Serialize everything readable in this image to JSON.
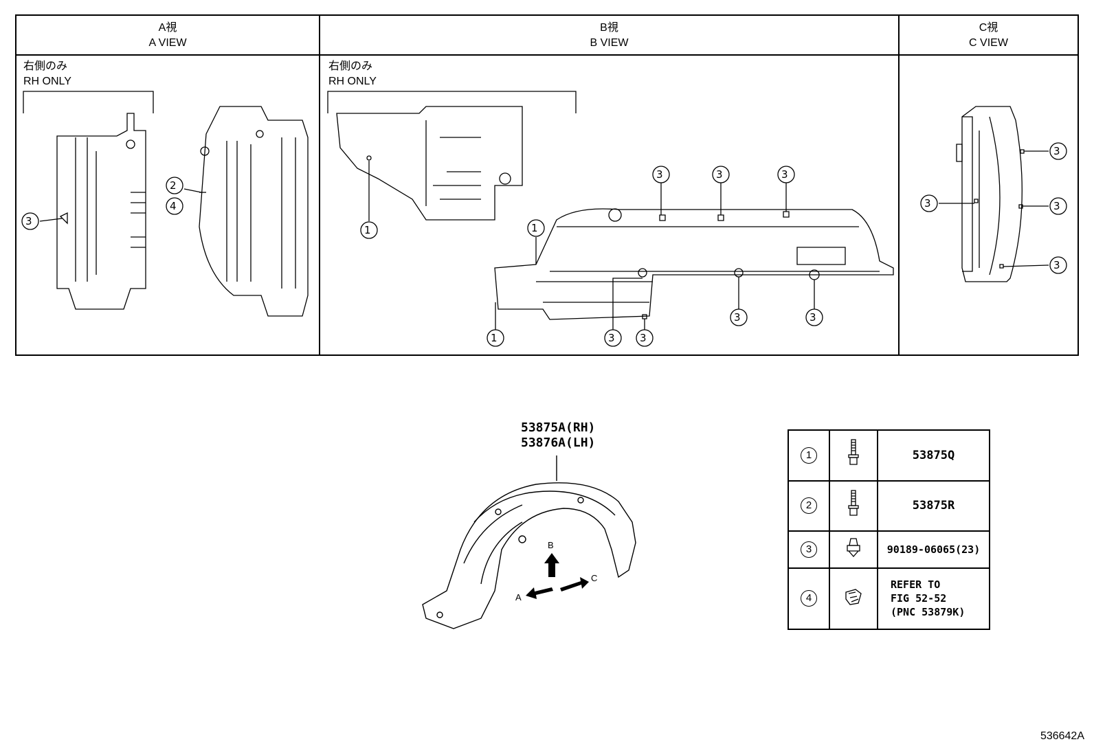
{
  "views": {
    "a": {
      "title_jp": "A視",
      "title_en": "A VIEW",
      "note_jp": "右側のみ",
      "note_en": "RH ONLY"
    },
    "b": {
      "title_jp": "B視",
      "title_en": "B VIEW",
      "note_jp": "右側のみ",
      "note_en": "RH ONLY"
    },
    "c": {
      "title_jp": "C視",
      "title_en": "C VIEW"
    }
  },
  "callouts": {
    "c1": "1",
    "c2": "2",
    "c3": "3",
    "c4": "4"
  },
  "part": {
    "rh": "53875A(RH)",
    "lh": "53876A(LH)"
  },
  "arrows": {
    "a": "A",
    "b": "B",
    "c": "C"
  },
  "parts_table": [
    {
      "num": "1",
      "icon": "bolt-icon",
      "code": "53875Q"
    },
    {
      "num": "2",
      "icon": "bolt-icon",
      "code": "53875R"
    },
    {
      "num": "3",
      "icon": "nut-icon",
      "code": "90189-06065(23)"
    },
    {
      "num": "4",
      "icon": "clip-icon",
      "code_lines": [
        "REFER TO",
        "FIG 52-52",
        "(PNC 53879K)"
      ]
    }
  ],
  "figure_id": "536642A"
}
